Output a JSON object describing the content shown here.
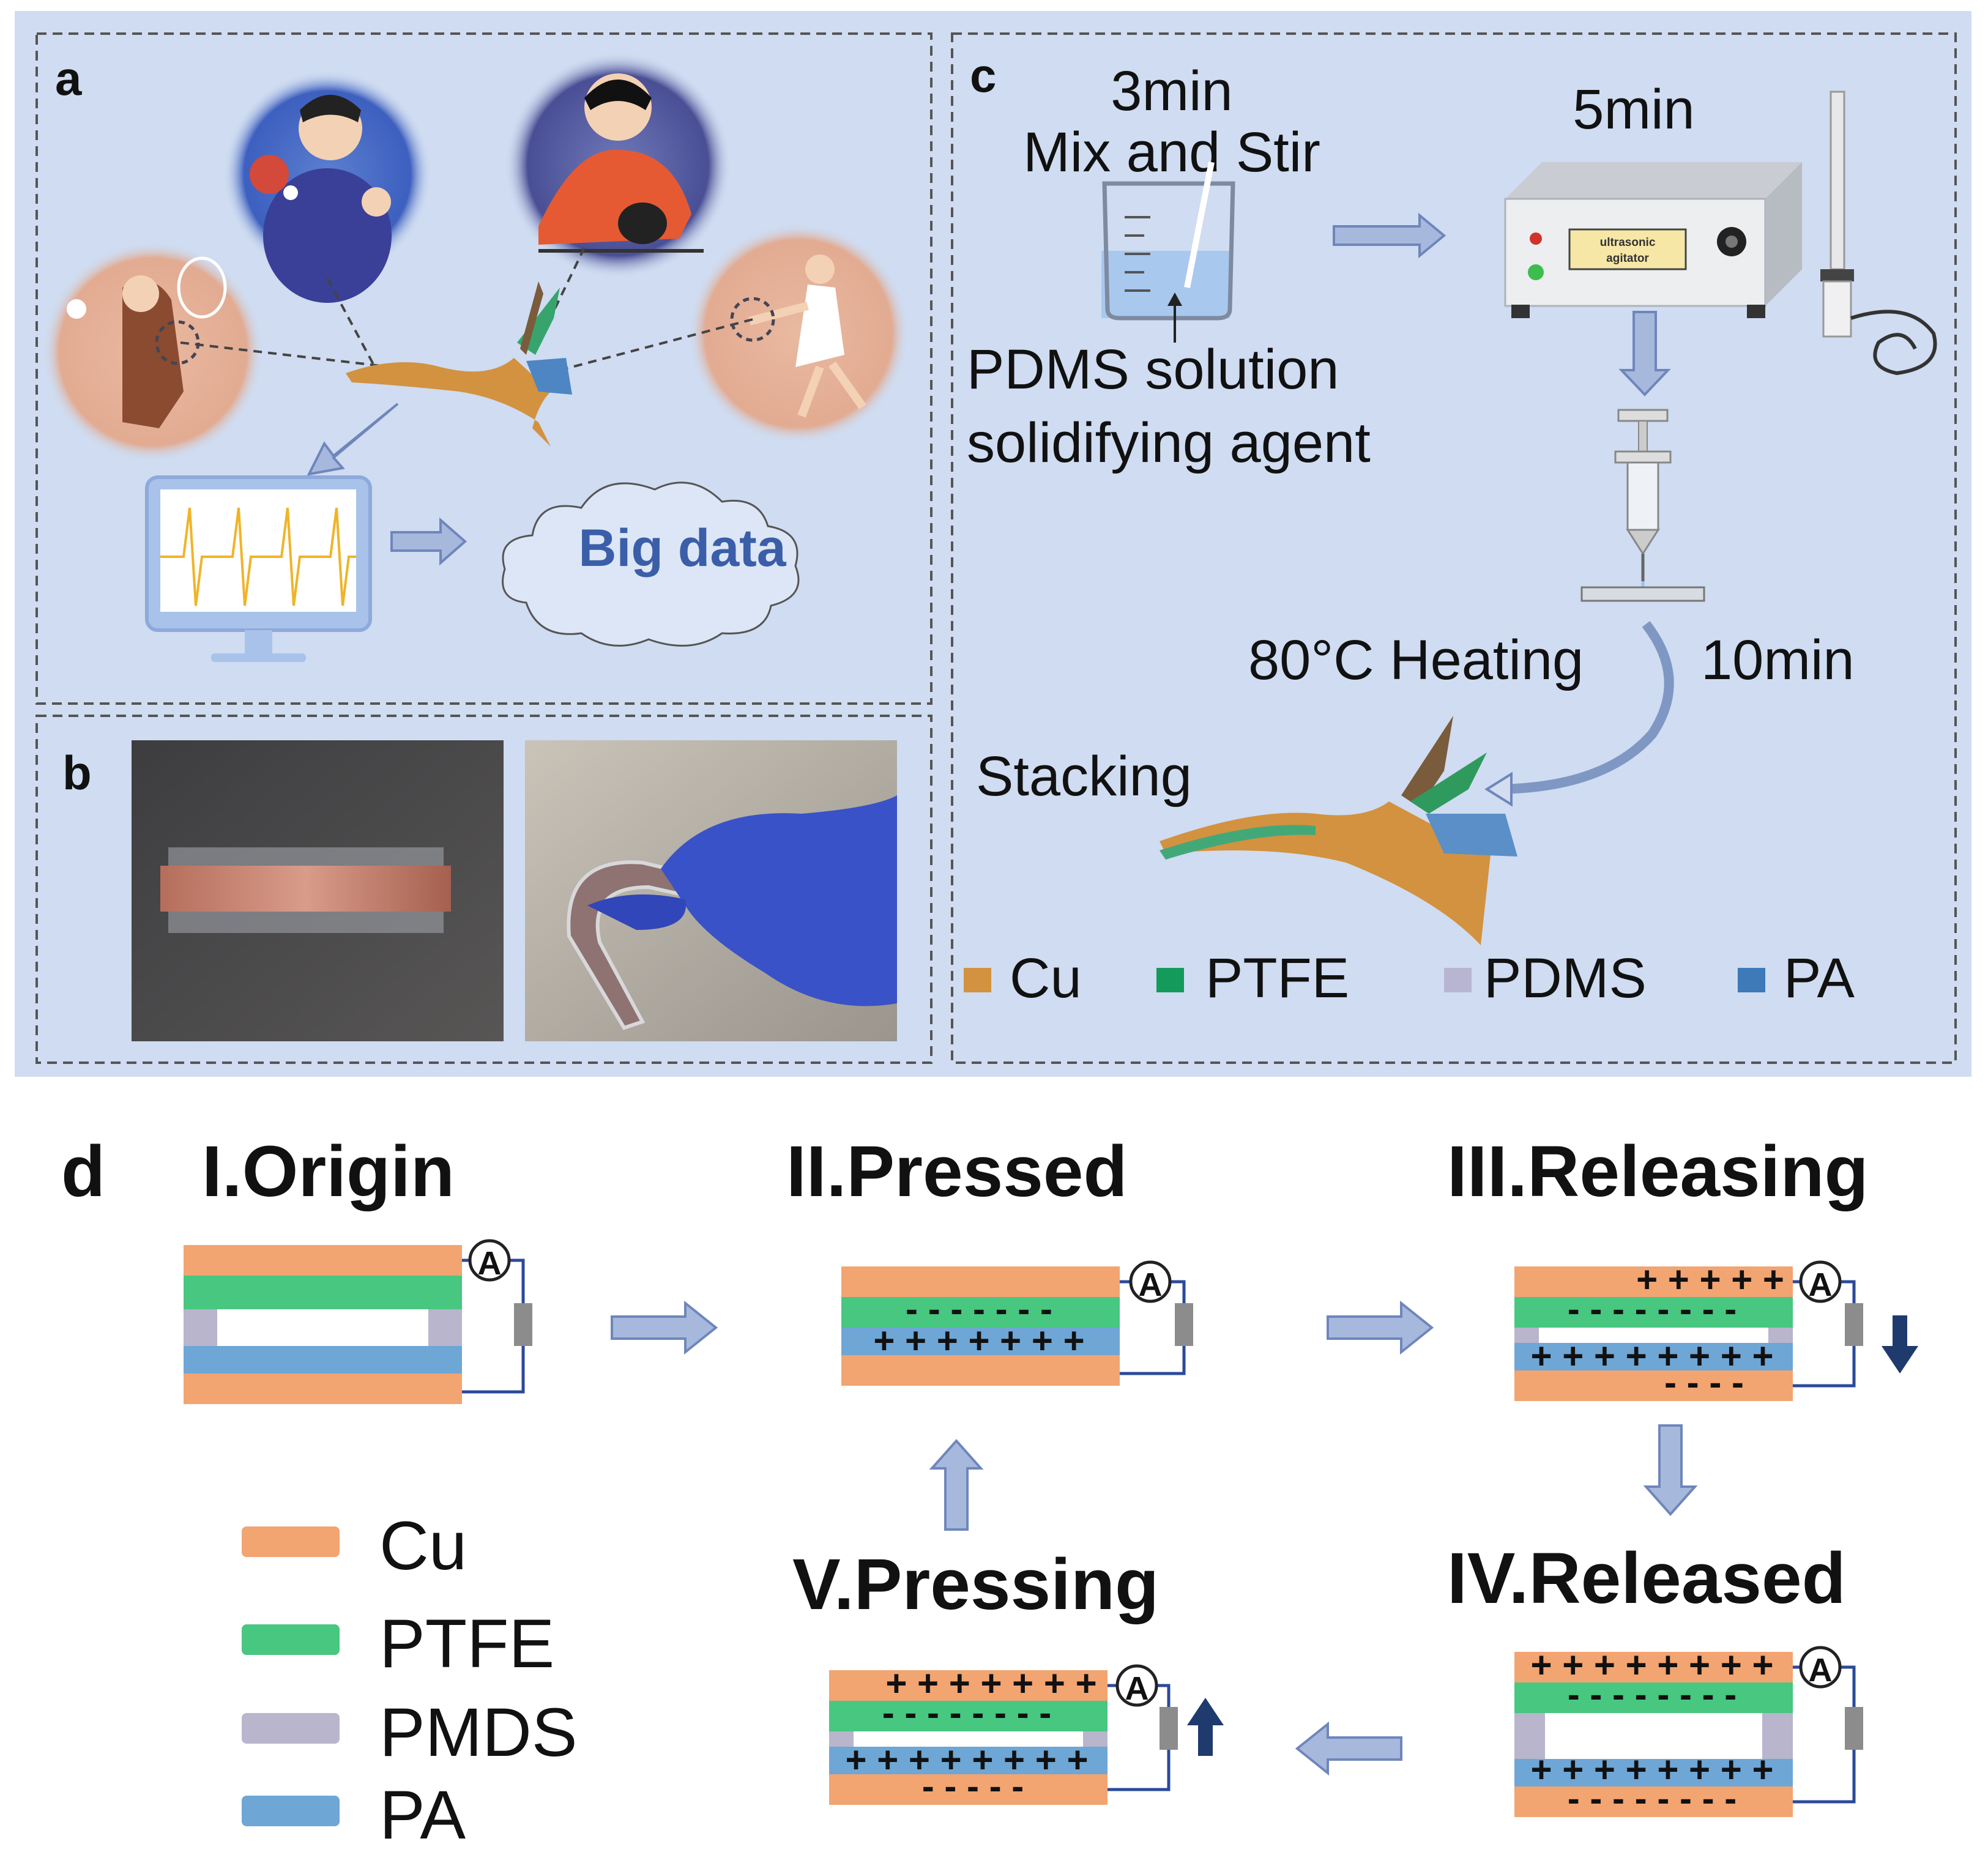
{
  "colors": {
    "panel_bg": "#cfdcf1",
    "cu": "#f2a471",
    "ptfe": "#47c780",
    "pdms": "#b8b5cc",
    "pa": "#6ea6d6",
    "arrow": "#7f97c3",
    "wire": "#2b4a9a",
    "dark_arrow": "#1f3a6d"
  },
  "panel_a": {
    "letter": "a",
    "big_data": "Big data",
    "icons": [
      "table-tennis-player-icon",
      "table-tennis-player-icon",
      "badminton-player-icon",
      "tennis-player-icon",
      "sensor-film-icon",
      "monitor-icon",
      "cloud-icon"
    ]
  },
  "panel_b": {
    "letter": "b",
    "photos": [
      "flat-device-photo",
      "bent-device-photo"
    ]
  },
  "panel_c": {
    "letter": "c",
    "step1_time": "3min",
    "step1_label": "Mix and Stir",
    "solution_line1": "PDMS solution",
    "solution_line2": "solidifying agent",
    "step2_time": "5min",
    "agitator_label1": "ultrasonic",
    "agitator_label2": "agitator",
    "heating": "80°C Heating",
    "heating_time": "10min",
    "stacking": "Stacking",
    "legend": [
      "Cu",
      "PTFE",
      "PDMS",
      "PA"
    ]
  },
  "panel_d": {
    "letter": "d",
    "stages": [
      "I.Origin",
      "II.Pressed",
      "III.Releasing",
      "IV.Released",
      "V.Pressing"
    ],
    "ammeter": "A",
    "legend": [
      "Cu",
      "PTFE",
      "PMDS",
      "PA"
    ],
    "pressed": {
      "top": "- - - - - - -",
      "bottom": "+ + + + + + +"
    },
    "releasing": {
      "cu_top": "+ + + + +",
      "ptfe": "- - - - - - - -",
      "pa": "+ + + + + + + +",
      "cu_bottom": "- - - -"
    },
    "released": {
      "cu_top": "+ + + + + + + +",
      "ptfe": "- - - - - - - -",
      "pa": "+ + + + + + + +",
      "cu_bottom": "- - - - - - - -"
    },
    "pressing": {
      "cu_top": "+ + + + + + +",
      "ptfe": "- - - - - - - -",
      "pa": "+ + + + + + + +",
      "cu_bottom": "- - - - -"
    }
  }
}
